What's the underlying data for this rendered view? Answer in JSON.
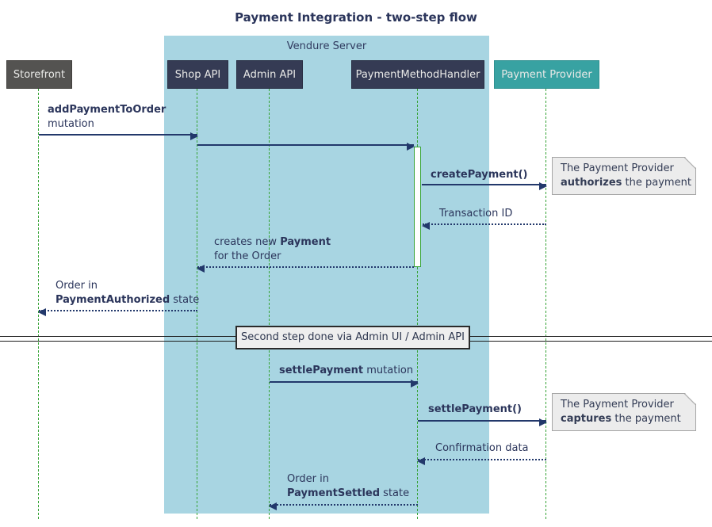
{
  "title": "Payment Integration - two-step flow",
  "frame": {
    "label": "Vendure Server"
  },
  "participants": [
    {
      "name": "Storefront"
    },
    {
      "name": "Shop API"
    },
    {
      "name": "Admin API"
    },
    {
      "name": "PaymentMethodHandler"
    },
    {
      "name": "Payment Provider"
    }
  ],
  "messages": {
    "add_payment": {
      "line1": "addPaymentToOrder",
      "line2": "mutation"
    },
    "create_payment": {
      "label": "createPayment()"
    },
    "transaction_id": {
      "label": "Transaction ID"
    },
    "creates_payment": {
      "line1_pre": "creates new ",
      "line1_bold": "Payment",
      "line2": "for the Order"
    },
    "order_authorized": {
      "line1": "Order in",
      "line2_bold": "PaymentAuthorized",
      "line2_rest": " state"
    },
    "settle_mutation": {
      "bold": "settlePayment",
      "rest": " mutation"
    },
    "settle_call": {
      "label": "settlePayment()"
    },
    "confirmation": {
      "label": "Confirmation data"
    },
    "order_settled": {
      "line1": "Order in",
      "line2_bold": "PaymentSettled",
      "line2_rest": " state"
    }
  },
  "notes": {
    "authorize": {
      "line1": "The Payment Provider",
      "line2_bold": "authorizes",
      "line2_rest": " the payment"
    },
    "capture": {
      "line1": "The Payment Provider",
      "line2_bold": "captures",
      "line2_rest": " the payment"
    }
  },
  "divider": {
    "label": "Second step done via Admin UI / Admin API"
  },
  "colors": {
    "frame_bg": "#A8D5E2",
    "participant_bg": "#353B54",
    "storefront_bg": "#545351",
    "provider_bg": "#38A2A2",
    "participant_text": "#E9E9E7",
    "lifeline_green": "#36A336",
    "arrow_navy": "#22386B",
    "label_text": "#2B355B",
    "note_bg": "#ECECEC",
    "note_border": "#A5A5A5",
    "divider_bg": "#EEEEEE",
    "divider_border": "#1C1C1C"
  }
}
